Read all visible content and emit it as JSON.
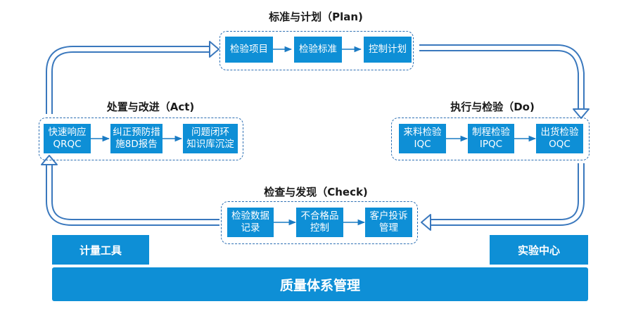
{
  "colors": {
    "box": "#0e8fd6",
    "frame": "#2d6fb3",
    "loop_arrow": "#3a78bd"
  },
  "phases": {
    "plan": {
      "title": "标准与计划（Plan)",
      "items": [
        [
          "检验项目"
        ],
        [
          "检验标准"
        ],
        [
          "控制计划"
        ]
      ]
    },
    "do": {
      "title": "执行与检验（Do)",
      "items": [
        [
          "来料检验",
          "IQC"
        ],
        [
          "制程检验",
          "IPQC"
        ],
        [
          "出货检验",
          "OQC"
        ]
      ]
    },
    "check": {
      "title": "检查与发现（Check)",
      "items": [
        [
          "检验数据",
          "记录"
        ],
        [
          "不合格品",
          "控制"
        ],
        [
          "客户投诉",
          "管理"
        ]
      ]
    },
    "act": {
      "title": "处置与改进（Act)",
      "items": [
        [
          "快速响应",
          "QRQC"
        ],
        [
          "纠正预防措",
          "施8D报告"
        ],
        [
          "问题闭环",
          "知识库沉淀"
        ]
      ]
    }
  },
  "bottom": {
    "left_label": "计量工具",
    "right_label": "实验中心",
    "base_label": "质量体系管理"
  }
}
